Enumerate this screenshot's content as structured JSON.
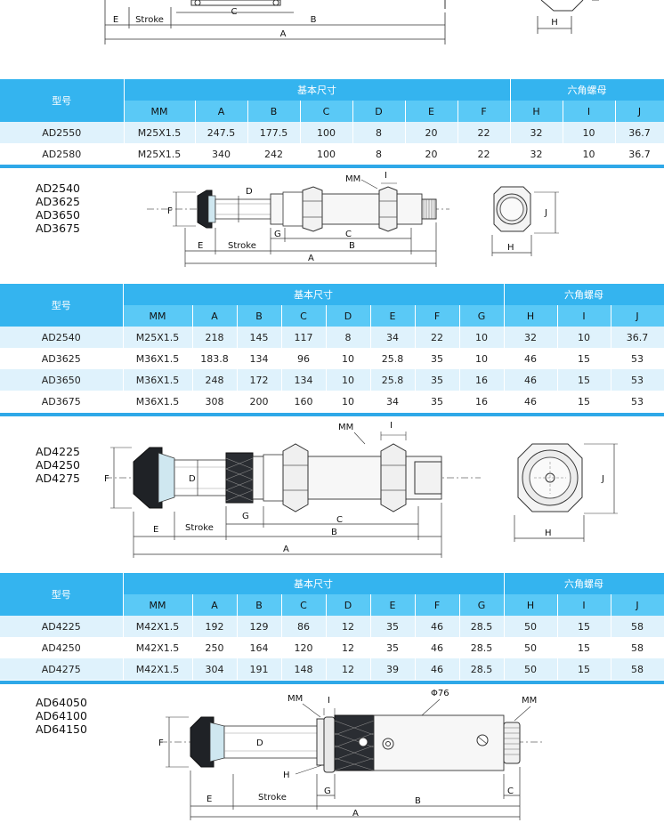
{
  "labels": {
    "E": "E",
    "Stroke": "Stroke",
    "C": "C",
    "B": "B",
    "A": "A",
    "H": "H",
    "D": "D",
    "F": "F",
    "G": "G",
    "I": "I",
    "J": "J",
    "MM": "MM",
    "phi76": "Φ76"
  },
  "section2_models": [
    "AD2540",
    "AD3625",
    "AD3650",
    "AD3675"
  ],
  "section3_models": [
    "AD4225",
    "AD4250",
    "AD4275"
  ],
  "section4_models": [
    "AD64050",
    "AD64100",
    "AD64150"
  ],
  "table1": {
    "model_header": "型号",
    "dims_header": "基本尺寸",
    "hex_header": "六角螺母",
    "cols": [
      "MM",
      "A",
      "B",
      "C",
      "D",
      "E",
      "F",
      "H",
      "I",
      "J"
    ],
    "rows": [
      [
        "AD2550",
        "M25X1.5",
        "247.5",
        "177.5",
        "100",
        "8",
        "20",
        "22",
        "32",
        "10",
        "36.7"
      ],
      [
        "AD2580",
        "M25X1.5",
        "340",
        "242",
        "100",
        "8",
        "20",
        "22",
        "32",
        "10",
        "36.7"
      ]
    ]
  },
  "table2": {
    "model_header": "型号",
    "dims_header": "基本尺寸",
    "hex_header": "六角螺母",
    "cols": [
      "MM",
      "A",
      "B",
      "C",
      "D",
      "E",
      "F",
      "G",
      "H",
      "I",
      "J"
    ],
    "rows": [
      [
        "AD2540",
        "M25X1.5",
        "218",
        "145",
        "117",
        "8",
        "34",
        "22",
        "10",
        "32",
        "10",
        "36.7"
      ],
      [
        "AD3625",
        "M36X1.5",
        "183.8",
        "134",
        "96",
        "10",
        "25.8",
        "35",
        "10",
        "46",
        "15",
        "53"
      ],
      [
        "AD3650",
        "M36X1.5",
        "248",
        "172",
        "134",
        "10",
        "25.8",
        "35",
        "16",
        "46",
        "15",
        "53"
      ],
      [
        "AD3675",
        "M36X1.5",
        "308",
        "200",
        "160",
        "10",
        "34",
        "35",
        "16",
        "46",
        "15",
        "53"
      ]
    ]
  },
  "table3": {
    "model_header": "型号",
    "dims_header": "基本尺寸",
    "hex_header": "六角螺母",
    "cols": [
      "MM",
      "A",
      "B",
      "C",
      "D",
      "E",
      "F",
      "G",
      "H",
      "I",
      "J"
    ],
    "rows": [
      [
        "AD4225",
        "M42X1.5",
        "192",
        "129",
        "86",
        "12",
        "35",
        "46",
        "28.5",
        "50",
        "15",
        "58"
      ],
      [
        "AD4250",
        "M42X1.5",
        "250",
        "164",
        "120",
        "12",
        "35",
        "46",
        "28.5",
        "50",
        "15",
        "58"
      ],
      [
        "AD4275",
        "M42X1.5",
        "304",
        "191",
        "148",
        "12",
        "39",
        "46",
        "28.5",
        "50",
        "15",
        "58"
      ]
    ]
  },
  "colors": {
    "header_blue": "#34b4ef",
    "subheader_blue": "#5ac9f6",
    "row_alt": "#dff2fc",
    "divider": "#2ea8e8"
  }
}
